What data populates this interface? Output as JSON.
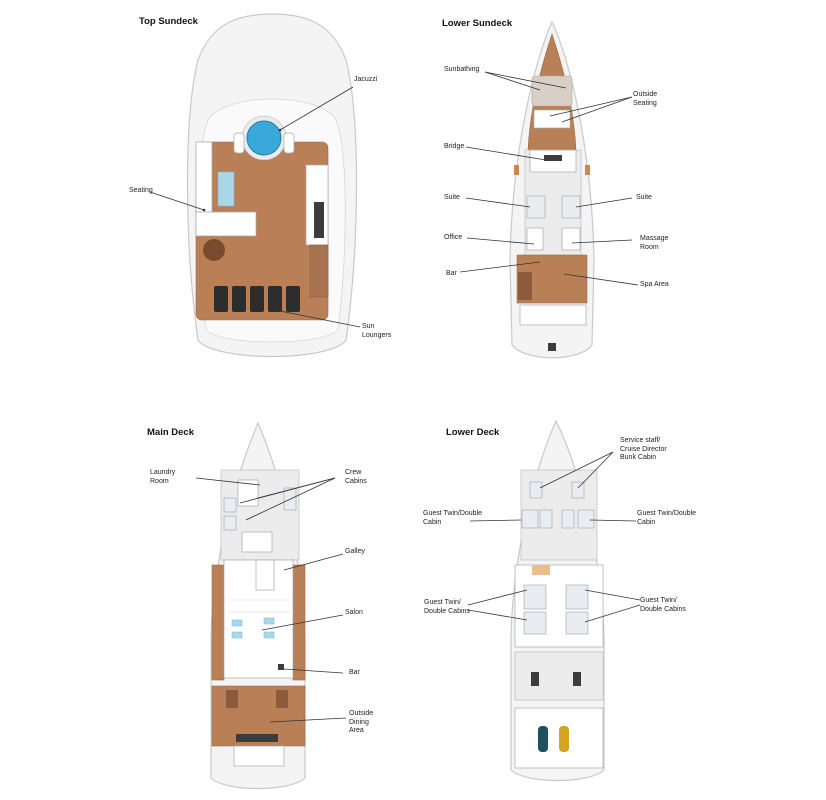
{
  "panels": [
    {
      "title": "Top Sundeck",
      "labels": [
        {
          "lines": [
            "Jacuzzi"
          ]
        },
        {
          "lines": [
            "Seating"
          ]
        },
        {
          "lines": [
            "Sun",
            "Loungers"
          ]
        }
      ]
    },
    {
      "title": "Lower Sundeck",
      "labels": [
        {
          "lines": [
            "Sunbathing"
          ]
        },
        {
          "lines": [
            "Outside",
            "Seating"
          ]
        },
        {
          "lines": [
            "Bridge"
          ]
        },
        {
          "lines": [
            "Suite"
          ]
        },
        {
          "lines": [
            "Suite"
          ]
        },
        {
          "lines": [
            "Office"
          ]
        },
        {
          "lines": [
            "Massage",
            "Room"
          ]
        },
        {
          "lines": [
            "Bar"
          ]
        },
        {
          "lines": [
            "Spa Area"
          ]
        }
      ]
    },
    {
      "title": "Main Deck",
      "labels": [
        {
          "lines": [
            "Laundry",
            "Room"
          ]
        },
        {
          "lines": [
            "Crew",
            "Cabins"
          ]
        },
        {
          "lines": [
            "Galley"
          ]
        },
        {
          "lines": [
            "Salon"
          ]
        },
        {
          "lines": [
            "Bar"
          ]
        },
        {
          "lines": [
            "Outside",
            "Dining",
            "Area"
          ]
        }
      ]
    },
    {
      "title": "Lower Deck",
      "labels": [
        {
          "lines": [
            "Service staff/",
            "Cruise Director",
            "Bunk Cabin"
          ]
        },
        {
          "lines": [
            "Guest Twin/Double",
            "Cabin"
          ]
        },
        {
          "lines": [
            "Guest Twin/Double",
            "Cabin"
          ]
        },
        {
          "lines": [
            "Guest Twin/",
            "Double Cabins"
          ]
        },
        {
          "lines": [
            "Guest Twin/",
            "Double Cabins"
          ]
        }
      ]
    }
  ]
}
